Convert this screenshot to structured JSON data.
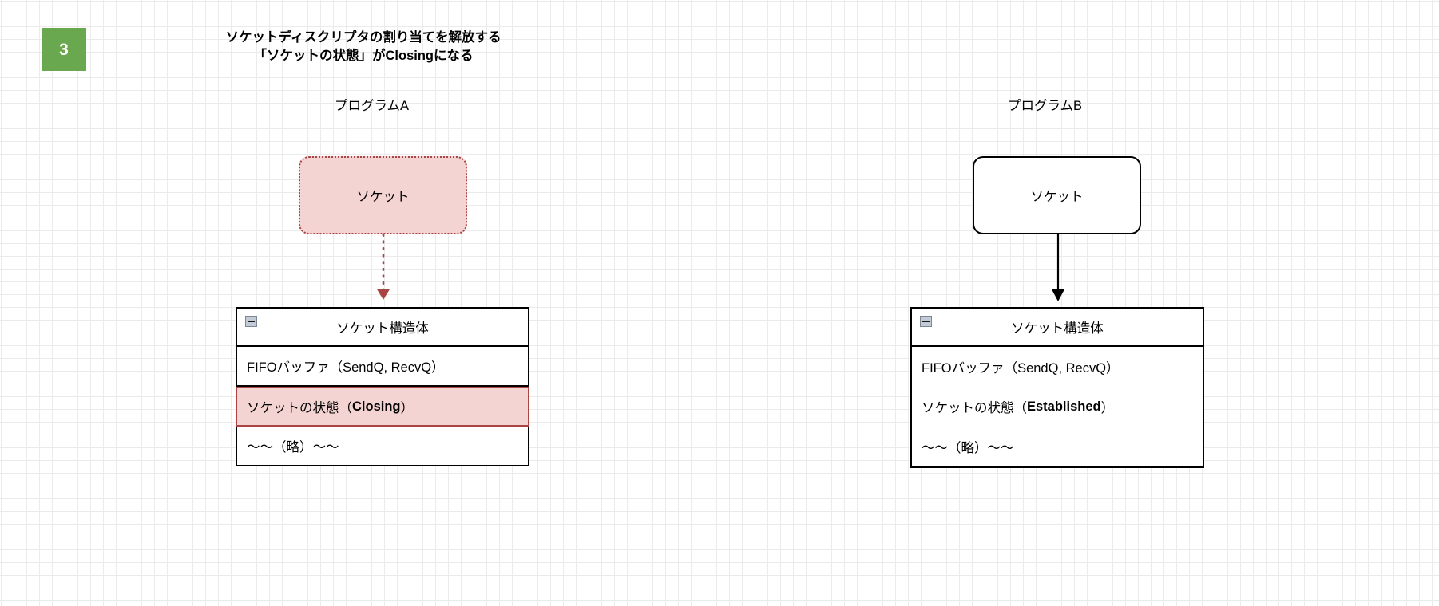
{
  "step": {
    "number": "3"
  },
  "title": {
    "line1": "ソケットディスクリプタの割り当てを解放する",
    "line2": "「ソケットの状態」がClosingになる"
  },
  "columns": {
    "left_label": "プログラムA",
    "right_label": "プログラムB"
  },
  "left": {
    "socket_box": {
      "label": "ソケット",
      "fill": "#f4d4d2",
      "stroke": "#a94442",
      "style": "dotted"
    },
    "connector": {
      "style": "dotted",
      "color": "#a94442"
    },
    "struct": {
      "header": "ソケット構造体",
      "collapse_icon": "minus-square-icon",
      "rows": [
        {
          "text": "FIFOバッファ（SendQ, RecvQ）",
          "highlight": false
        },
        {
          "prefix": "ソケットの状態（",
          "value": "Closing",
          "suffix": "）",
          "highlight": true
        },
        {
          "text": "〜〜（略）〜〜",
          "highlight": false
        }
      ]
    }
  },
  "right": {
    "socket_box": {
      "label": "ソケット",
      "fill": "#ffffff",
      "stroke": "#000000",
      "style": "solid"
    },
    "connector": {
      "style": "solid",
      "color": "#000000"
    },
    "struct": {
      "header": "ソケット構造体",
      "collapse_icon": "minus-square-icon",
      "rows": [
        {
          "text": "FIFOバッファ（SendQ, RecvQ）"
        },
        {
          "prefix": "ソケットの状態（",
          "value": "Established",
          "suffix": "）"
        },
        {
          "text": "〜〜（略）〜〜"
        }
      ]
    }
  },
  "colors": {
    "badge_green": "#6aa84f",
    "highlight_pink": "#f4d4d2",
    "highlight_red": "#a94442",
    "grid_minor": "#ebebeb",
    "grid_major": "#cfcfcf"
  }
}
